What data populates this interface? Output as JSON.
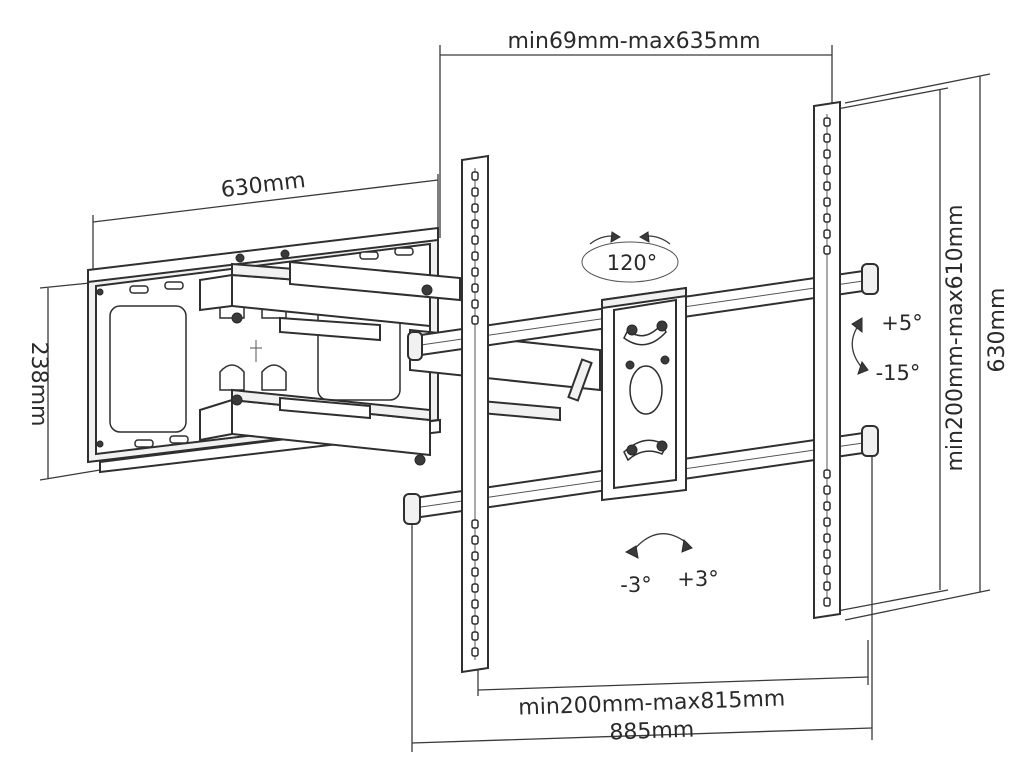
{
  "dimensions": {
    "top_width": "min69mm-max635mm",
    "arm_length": "630mm",
    "wall_plate_height": "238mm",
    "vertical_rail": "min200mm-max610mm",
    "overall_height": "630mm",
    "horizontal_rail": "min200mm-max815mm",
    "overall_width": "885mm"
  },
  "angles": {
    "swivel": "120°",
    "tilt_up": "+5°",
    "tilt_down": "-15°",
    "level_minus": "-3°",
    "level_plus": "+3°"
  }
}
